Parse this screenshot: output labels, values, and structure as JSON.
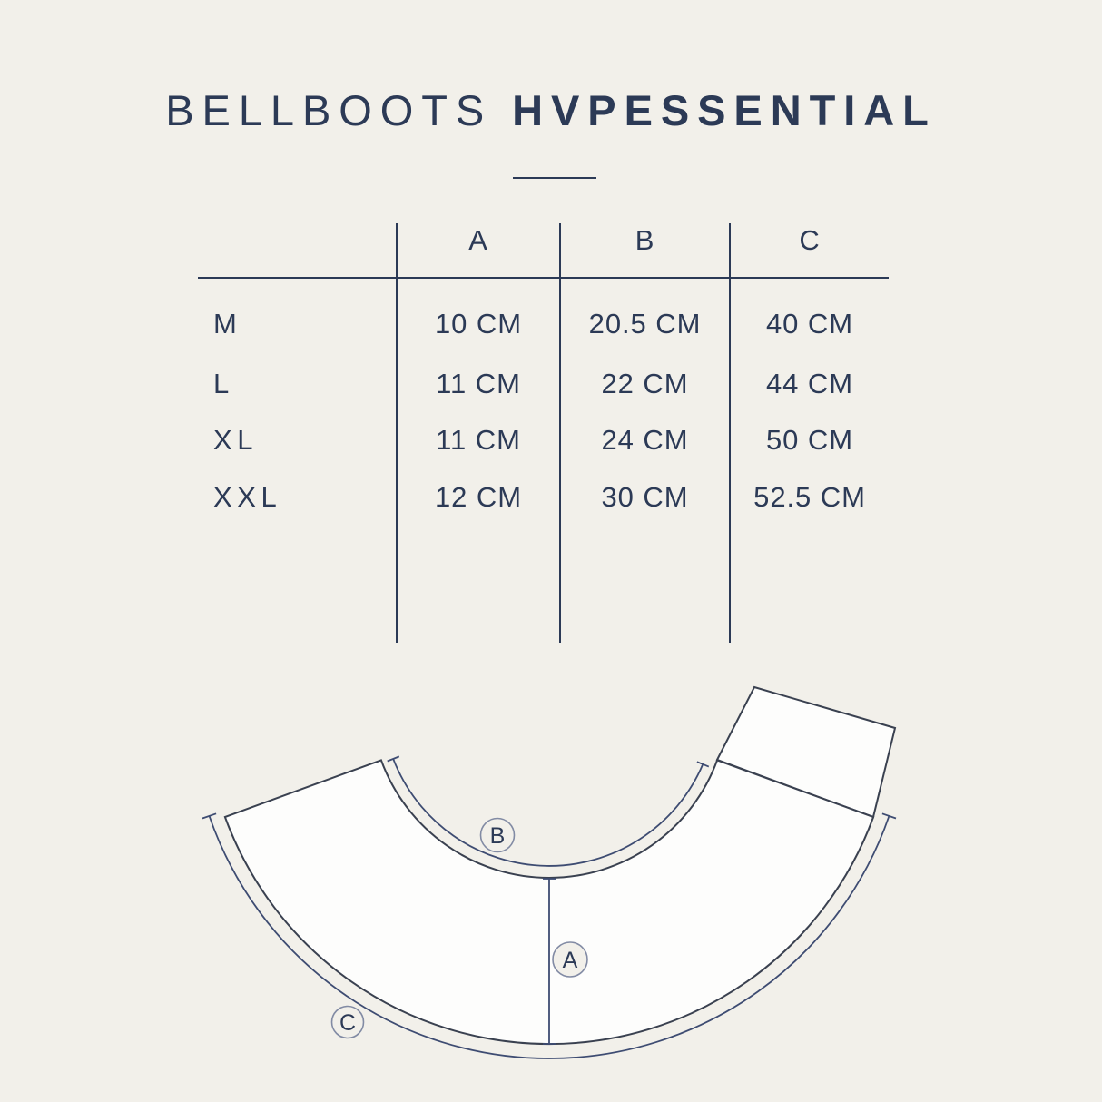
{
  "title": {
    "regular": "BELLBOOTS",
    "bold": "HVPESSENTIAL"
  },
  "table": {
    "headers": [
      "A",
      "B",
      "C"
    ],
    "rows": [
      {
        "size": "M",
        "a": "10 CM",
        "b": "20.5 CM",
        "c": "40 CM"
      },
      {
        "size": "L",
        "a": "11 CM",
        "b": "22 CM",
        "c": "44 CM"
      },
      {
        "size": "XL",
        "a": "11 CM",
        "b": "24 CM",
        "c": "50 CM"
      },
      {
        "size": "XXL",
        "a": "12 CM",
        "b": "30 CM",
        "c": "52.5 CM"
      }
    ],
    "unit": "CM"
  },
  "diagram": {
    "labels": {
      "a": "A",
      "b": "B",
      "c": "C"
    },
    "subject": "bell boot flat pattern with dimension lines A, B, C"
  },
  "colors": {
    "background": "#f2f0ea",
    "ink": "#2c3a56",
    "shape_fill": "#fdfdfc",
    "outline": "#3a4150",
    "dimension": "#3e4c72",
    "circle_stroke": "#828ba4"
  }
}
